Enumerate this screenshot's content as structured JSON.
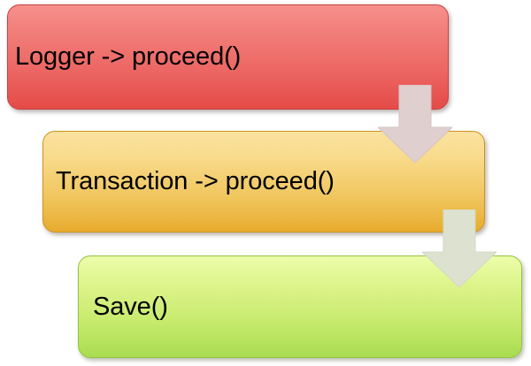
{
  "diagram": {
    "type": "flowchart",
    "orientation": "vertical-cascade",
    "background_color": "#FFFFFF",
    "nodes": [
      {
        "id": "logger",
        "label": "Logger -> proceed()",
        "shape": "rounded-rectangle",
        "fill_top": "#F7908C",
        "fill_bottom": "#E54B48",
        "border_color": "#C9413F",
        "text_color": "#000000"
      },
      {
        "id": "transaction",
        "label": "Transaction -> proceed()",
        "shape": "rounded-rectangle",
        "fill_top": "#FAE2A0",
        "fill_bottom": "#E8AB2E",
        "border_color": "#CF9420",
        "text_color": "#000000"
      },
      {
        "id": "save",
        "label": "Save()",
        "shape": "rounded-rectangle",
        "fill_top": "#ECFDAA",
        "fill_bottom": "#A9DC50",
        "border_color": "#94C441",
        "text_color": "#000000"
      }
    ],
    "connectors": [
      {
        "id": "logger-to-transaction",
        "from": "logger",
        "to": "transaction",
        "shape": "block-arrow-down",
        "fill": "#E0CFCF",
        "border_color": "#D3C0C0"
      },
      {
        "id": "transaction-to-save",
        "from": "transaction",
        "to": "save",
        "shape": "block-arrow-down",
        "fill": "#DDE2D0",
        "border_color": "#CFD6C2"
      }
    ]
  }
}
